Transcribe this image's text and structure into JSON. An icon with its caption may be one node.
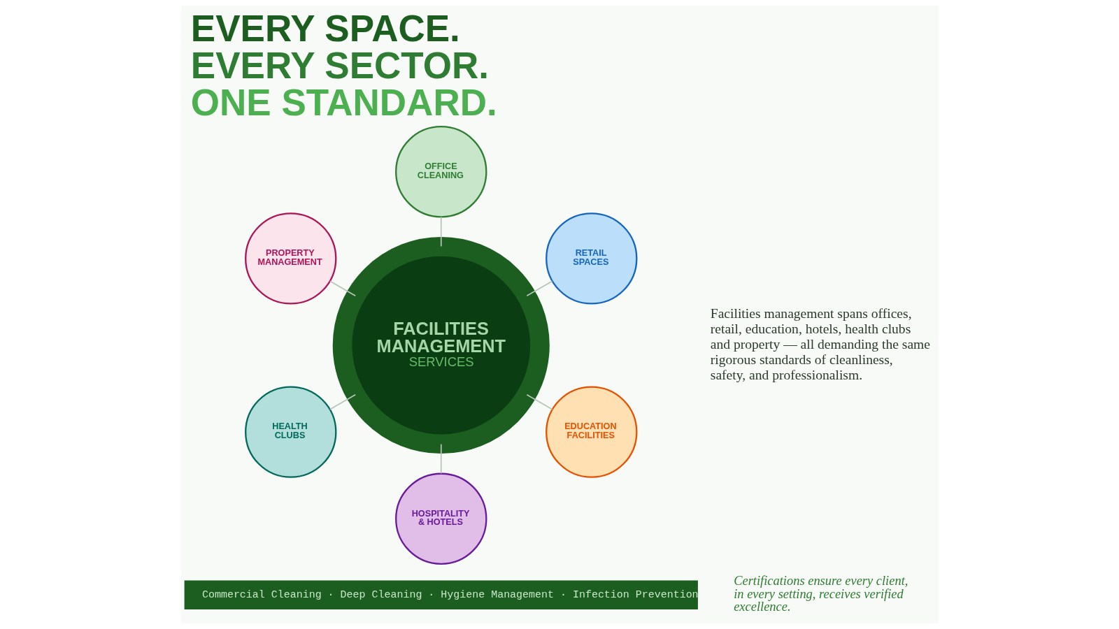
{
  "diagram": {
    "title": "EVERY SPACE. EVERY SECTOR. ONE STANDARD.",
    "nodes": [
      {
        "text": [
          "FACILITIES MANAGEMENT",
          "SERVICES"
        ]
      },
      {
        "text": [
          "OFFICE CLEANING"
        ]
      },
      {
        "text": [
          "RETAIL SPACES"
        ]
      },
      {
        "text": [
          "EDUCATION FACILITIES"
        ]
      },
      {
        "text": [
          "HOSPITALITY & HOTELS"
        ]
      },
      {
        "text": [
          "HEALTH CLUBS"
        ]
      },
      {
        "text": [
          "PROPERTY MANAGEMENT"
        ]
      }
    ],
    "edges": [
      {
        "from": 0,
        "to": 1,
        "arrow": "none"
      },
      {
        "from": 0,
        "to": 2,
        "arrow": "none"
      },
      {
        "from": 0,
        "to": 3,
        "arrow": "none"
      },
      {
        "from": 0,
        "to": 4,
        "arrow": "none"
      },
      {
        "from": 0,
        "to": 5,
        "arrow": "none"
      },
      {
        "from": 0,
        "to": 6,
        "arrow": "none"
      }
    ],
    "labels": [
      "Facilities management spans offices, retail, education, hotels, health clubs and property — all demanding the same rigorous standards of cleanliness, safety, and professionalism.",
      "Certifications ensure every client, in every setting, receives verified excellence.",
      "Commercial Cleaning · Deep Cleaning · Hygiene Management · Infection Prevention"
    ]
  }
}
